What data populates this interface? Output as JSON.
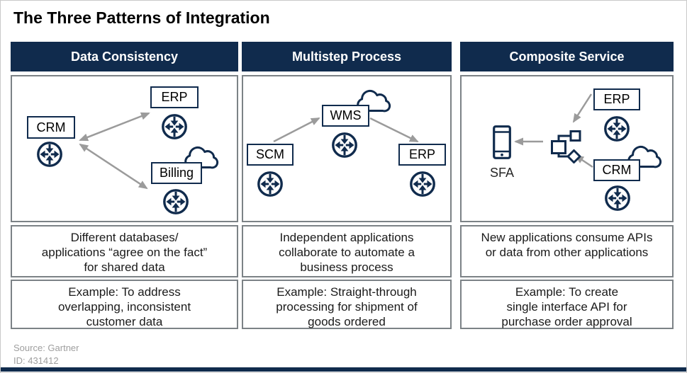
{
  "title": "The Three Patterns of Integration",
  "columns": [
    {
      "header": "Data Consistency",
      "nodes": {
        "n1": "CRM",
        "n2": "ERP",
        "n3": "Billing"
      },
      "description": "Different databases/\napplications “agree on the fact”\nfor shared data",
      "example": "Example: To address\noverlapping, inconsistent\ncustomer data"
    },
    {
      "header": "Multistep Process",
      "nodes": {
        "n1": "SCM",
        "n2": "WMS",
        "n3": "ERP"
      },
      "description": "Independent applications\ncollaborate to automate a\nbusiness process",
      "example": "Example: Straight-through\nprocessing for shipment of\ngoods ordered"
    },
    {
      "header": "Composite Service",
      "nodes": {
        "n1": "ERP",
        "n2": "CRM",
        "device": "SFA"
      },
      "description": "New applications consume APIs\nor data from other applications",
      "example": "Example: To create\nsingle interface API for\npurchase order approval"
    }
  ],
  "footer": {
    "source": "Source: Gartner",
    "id": "ID: 431412"
  },
  "icons": {
    "integration-service-icon": "circle with four routing arrows",
    "cloud-icon": "outlined cloud",
    "mobile-device-icon": "smartphone outline",
    "workflow-icon": "squares and diamond flow tree",
    "connector-arrow": "gray arrow"
  },
  "colors": {
    "navy": "#102B4D",
    "arrow_gray": "#9B9B9B",
    "panel_border": "#7C8286",
    "footer_text": "#9E9E9E"
  }
}
